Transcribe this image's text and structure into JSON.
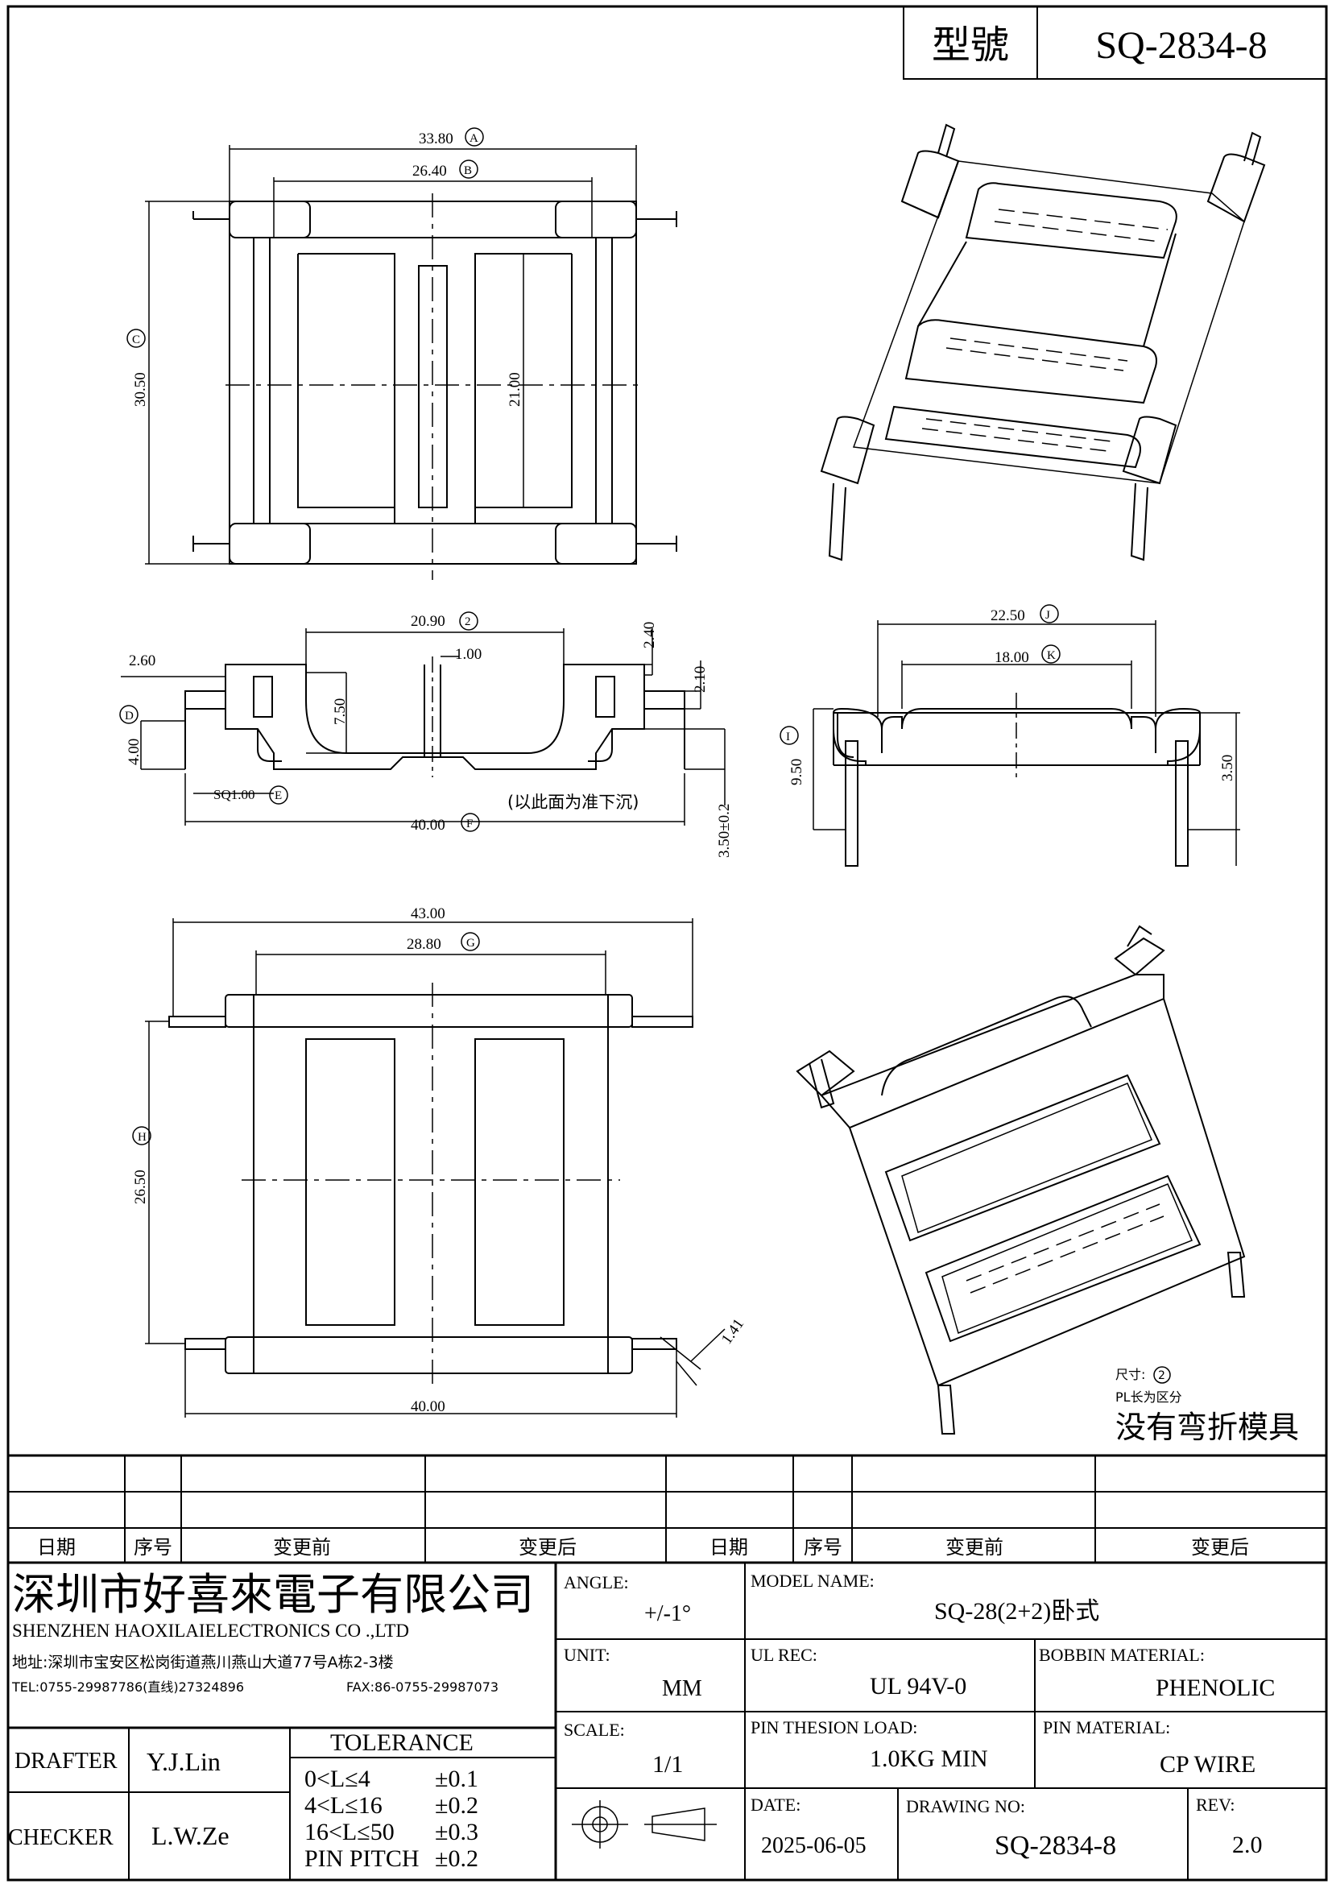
{
  "header": {
    "type_label": "型號",
    "model_code": "SQ-2834-8"
  },
  "top_view": {
    "dim_a": "33.80",
    "dim_a_tag": "A",
    "dim_b": "26.40",
    "dim_b_tag": "B",
    "dim_c": "30.50",
    "dim_c_tag": "C",
    "dim_inner": "21.00"
  },
  "side_view": {
    "dim_2": "20.90",
    "dim_2_tag": "2",
    "dim_240": "2.40",
    "dim_260": "2.60",
    "dim_100": "1.00",
    "dim_210": "2.10",
    "dim_750": "7.50",
    "dim_d": "4.00",
    "dim_d_tag": "D",
    "dim_e": "SQ1.00",
    "dim_e_tag": "E",
    "dim_f": "40.00",
    "dim_f_tag": "F",
    "note": "(以此面为准下沉)",
    "dim_sink": "3.50±0.2"
  },
  "end_view": {
    "dim_j": "22.50",
    "dim_j_tag": "J",
    "dim_k": "18.00",
    "dim_k_tag": "K",
    "dim_i": "9.50",
    "dim_i_tag": "I",
    "dim_350": "3.50"
  },
  "bottom_view": {
    "dim_43": "43.00",
    "dim_g": "28.80",
    "dim_g_tag": "G",
    "dim_h": "26.50",
    "dim_h_tag": "H",
    "dim_141": "1.41",
    "dim_40": "40.00"
  },
  "notes": {
    "size_note": "尺寸:",
    "size_note_tag": "2",
    "pl_note": "PL长为区分",
    "no_bend": "没有弯折模具"
  },
  "revision_table": {
    "headers": [
      "日期",
      "序号",
      "变更前",
      "变更后",
      "日期",
      "序号",
      "变更前",
      "变更后"
    ]
  },
  "company": {
    "name_cn": "深圳市好喜來電子有限公司",
    "name_en": "SHENZHEN HAOXILAIELECTRONICS CO .,LTD",
    "address": "地址:深圳市宝安区松岗街道燕川燕山大道77号A栋2-3楼",
    "tel": "TEL:0755-29987786(直线)27324896",
    "fax": "FAX:86-0755-29987073"
  },
  "title_block": {
    "angle_label": "ANGLE:",
    "angle_value": "+/-1°",
    "model_name_label": "MODEL NAME:",
    "model_name_value": "SQ-28(2+2)卧式",
    "unit_label": "UNIT:",
    "unit_value": "MM",
    "ul_label": "UL REC:",
    "ul_value": "UL 94V-0",
    "bobbin_label": "BOBBIN MATERIAL:",
    "bobbin_value": "PHENOLIC",
    "scale_label": "SCALE:",
    "scale_value": "1/1",
    "pin_load_label": "PIN THESION LOAD:",
    "pin_load_value": "1.0KG MIN",
    "pin_mat_label": "PIN MATERIAL:",
    "pin_mat_value": "CP  WIRE",
    "date_label": "DATE:",
    "date_value": "2025-06-05",
    "drawing_no_label": "DRAWING NO:",
    "drawing_no_value": "SQ-2834-8",
    "rev_label": "REV:",
    "rev_value": "2.0",
    "drafter_label": "DRAFTER",
    "drafter_value": "Y.J.Lin",
    "checker_label": "CHECKER",
    "checker_value": "L.W.Ze",
    "tolerance_title": "TOLERANCE",
    "tol_rows": [
      {
        "range": "0<L≤4",
        "value": "±0.1"
      },
      {
        "range": "4<L≤16",
        "value": "±0.2"
      },
      {
        "range": "16<L≤50",
        "value": "±0.3"
      },
      {
        "range": "PIN PITCH",
        "value": "±0.2"
      }
    ]
  }
}
